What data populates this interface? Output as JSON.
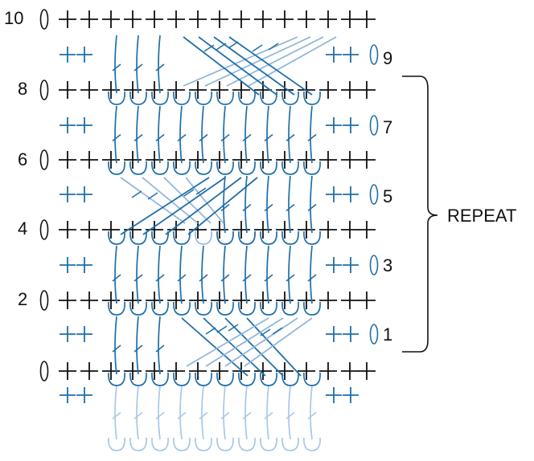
{
  "chart": {
    "row_labels_left": [
      "10",
      "8",
      "6",
      "4",
      "2"
    ],
    "row_labels_right": [
      "9",
      "7",
      "5",
      "3",
      "1"
    ],
    "repeat_label": "REPEAT"
  },
  "colors": {
    "black": "#111111",
    "blue": "#1f6fa8",
    "light_blue": "#8fb4d8",
    "pale_blue": "#a9c8e6"
  },
  "legend_symbols": [
    "single-crochet-plus",
    "chain-oval",
    "post-stitch-hook"
  ]
}
